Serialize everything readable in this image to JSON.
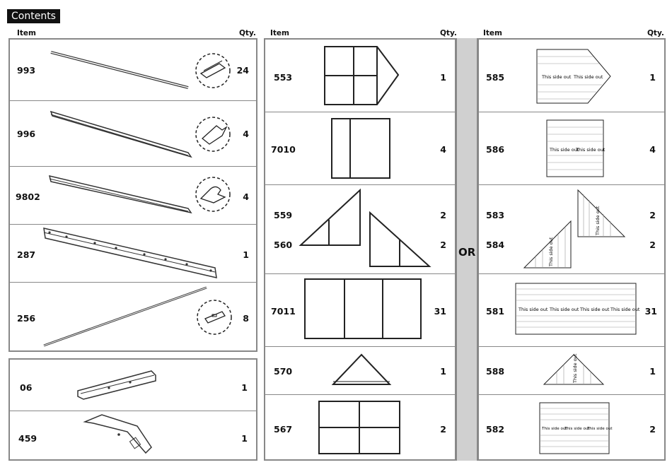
{
  "title": "Contents",
  "headers": {
    "item": "Item",
    "qty": "Qty."
  },
  "side_label": "This side out",
  "or_label": "OR",
  "left_top": [
    {
      "code": "993",
      "qty": "24"
    },
    {
      "code": "996",
      "qty": "4"
    },
    {
      "code": "9802",
      "qty": "4"
    },
    {
      "code": "287",
      "qty": "1"
    },
    {
      "code": "256",
      "qty": "8"
    }
  ],
  "left_bottom": [
    {
      "code": "06",
      "qty": "1"
    },
    {
      "code": "459",
      "qty": "1"
    }
  ],
  "middle": [
    {
      "code": "553",
      "qty": "1"
    },
    {
      "code": "7010",
      "qty": "4"
    },
    {
      "code": "559",
      "qty": "2",
      "code2": "560",
      "qty2": "2"
    },
    {
      "code": "7011",
      "qty": "31"
    },
    {
      "code": "570",
      "qty": "1"
    },
    {
      "code": "567",
      "qty": "2"
    }
  ],
  "right": [
    {
      "code": "585",
      "qty": "1"
    },
    {
      "code": "586",
      "qty": "4"
    },
    {
      "code": "583",
      "qty": "2",
      "code2": "584",
      "qty2": "2"
    },
    {
      "code": "581",
      "qty": "31"
    },
    {
      "code": "588",
      "qty": "1"
    },
    {
      "code": "582",
      "qty": "2"
    }
  ]
}
